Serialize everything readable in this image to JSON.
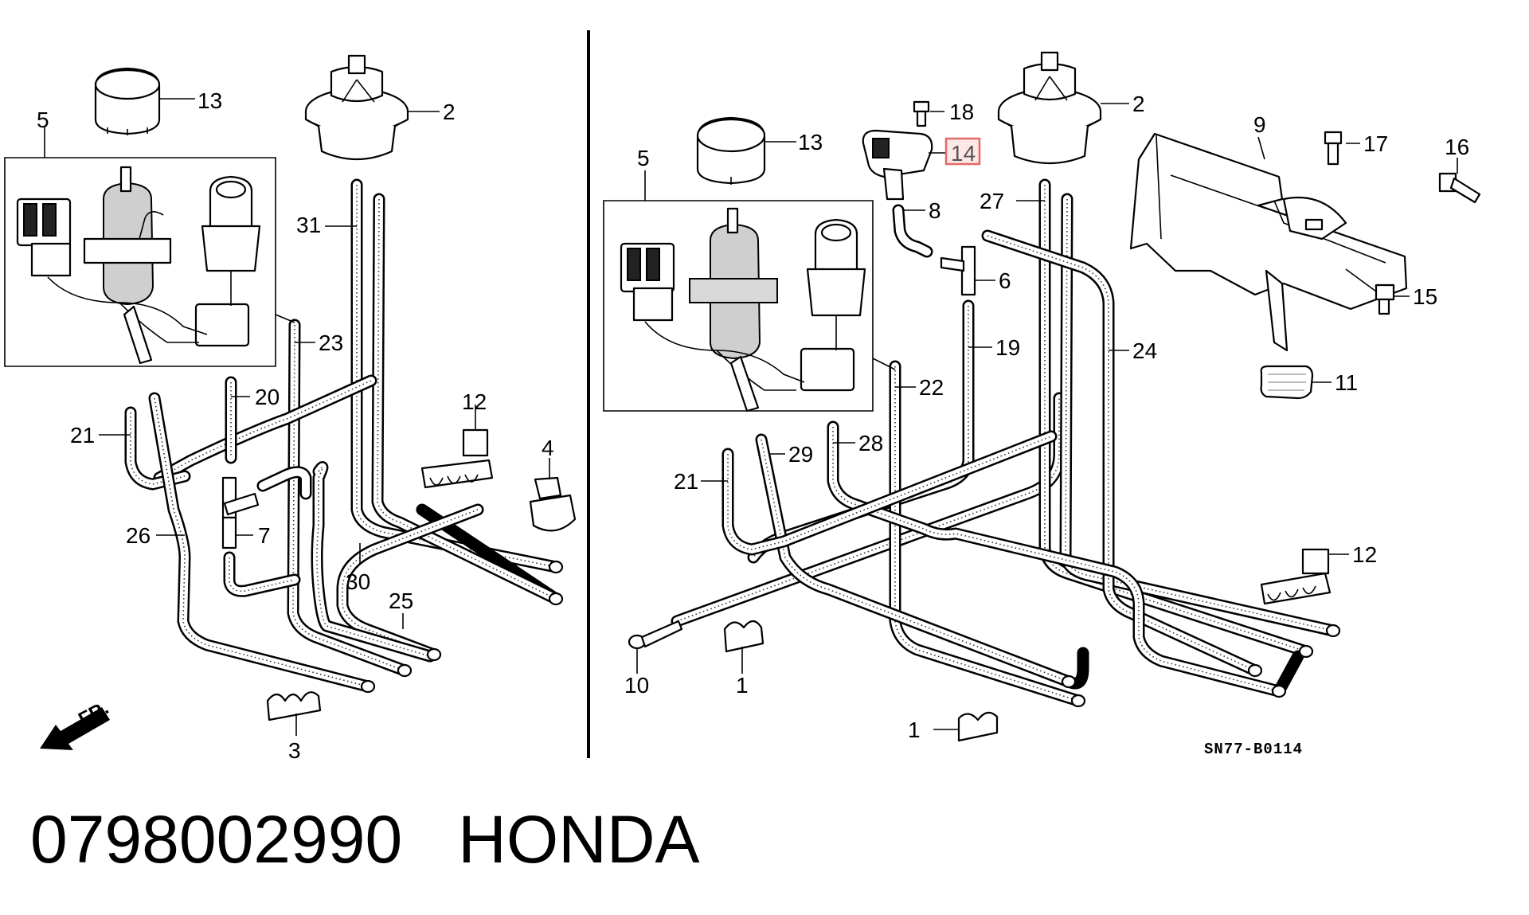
{
  "caption": {
    "part_number": "0798002990",
    "brand": "HONDA"
  },
  "drawing_code": "SN77-B0114",
  "direction_label": "FR.",
  "highlighted_callout": "14",
  "colors": {
    "line": "#000000",
    "highlight_box": "#e06a6a",
    "highlight_fill": "#fde7e7"
  },
  "left_panel": {
    "callouts": [
      "13",
      "5",
      "2",
      "31",
      "23",
      "20",
      "21",
      "26",
      "7",
      "30",
      "25",
      "12",
      "4",
      "3"
    ]
  },
  "right_panel": {
    "callouts": [
      "13",
      "18",
      "14",
      "2",
      "9",
      "17",
      "16",
      "5",
      "8",
      "27",
      "6",
      "19",
      "24",
      "15",
      "11",
      "22",
      "28",
      "29",
      "21",
      "12",
      "10",
      "1",
      "1"
    ]
  }
}
